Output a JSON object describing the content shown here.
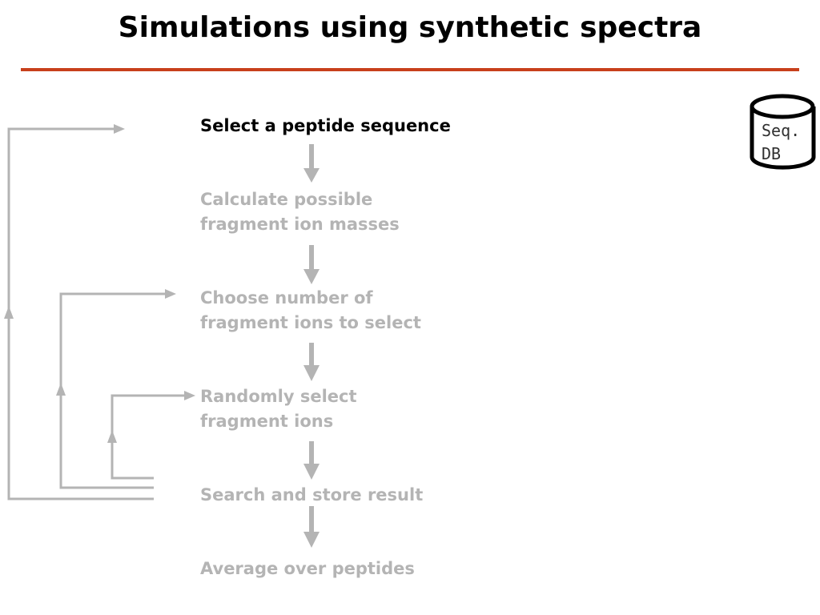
{
  "slide": {
    "title": "Simulations using synthetic spectra"
  },
  "steps": [
    {
      "lines": [
        "Select a peptide sequence"
      ],
      "active": true
    },
    {
      "lines": [
        "Calculate possible",
        "fragment ion masses"
      ],
      "active": false
    },
    {
      "lines": [
        "Choose number of",
        "fragment ions to select"
      ],
      "active": false
    },
    {
      "lines": [
        "Randomly select",
        "fragment ions"
      ],
      "active": false
    },
    {
      "lines": [
        "Search and store result"
      ],
      "active": false
    },
    {
      "lines": [
        "Average over peptides"
      ],
      "active": false
    }
  ],
  "database": {
    "lines": [
      "Seq.",
      "DB"
    ],
    "icon": "database-cylinder-icon"
  },
  "colors": {
    "title": "#000000",
    "rule": "#c8401c",
    "active_text": "#000000",
    "inactive_text": "#b4b4b4",
    "arrows": "#b4b4b4"
  }
}
